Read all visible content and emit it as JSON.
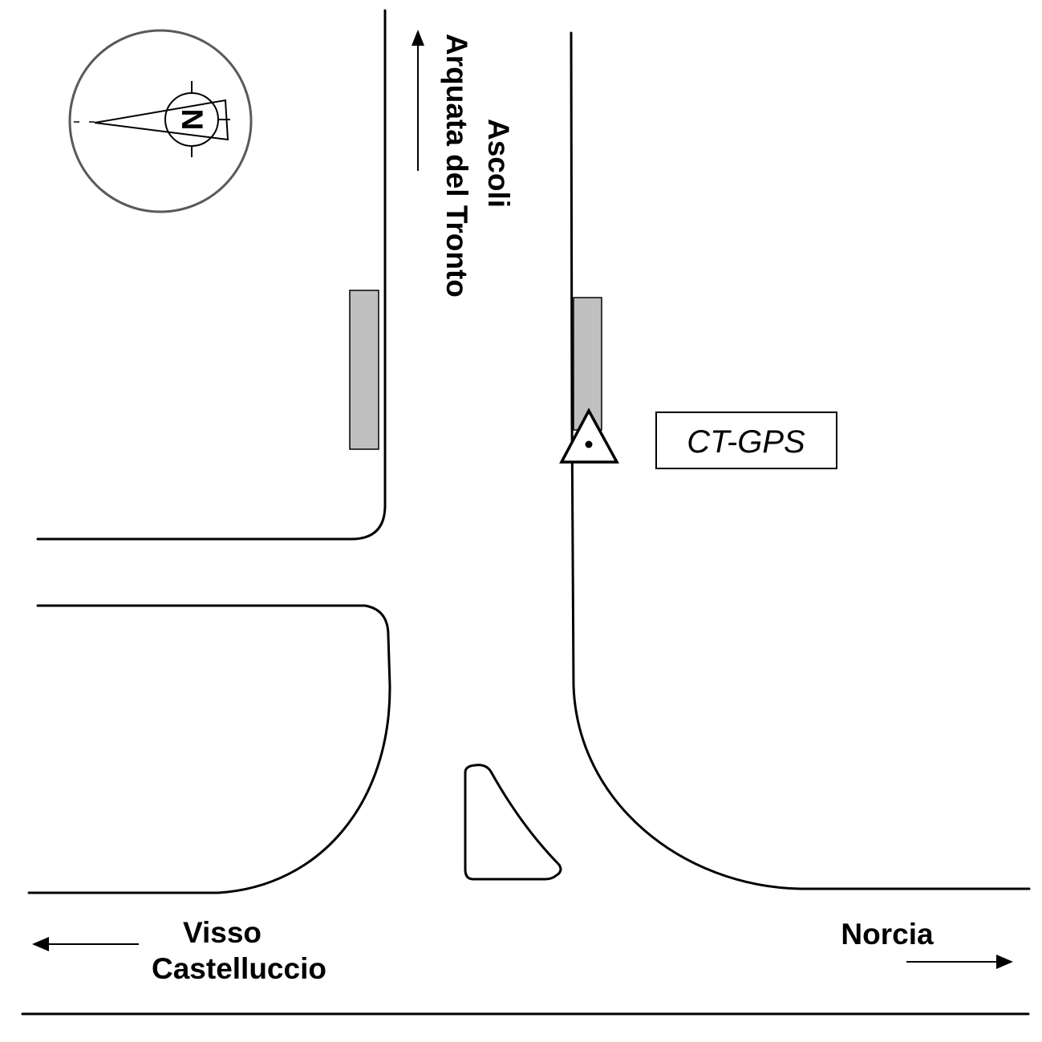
{
  "map": {
    "background_color": "#ffffff",
    "road_color": "#000000",
    "parking_color": "#c0c0c0",
    "compass_ring_color": "#5a5a5a",
    "compass": {
      "icon": "compass-rose-icon",
      "north_letter": "N"
    },
    "station": {
      "icon": "triangle-marker-icon",
      "label": "CT-GPS"
    },
    "destinations": {
      "north_line1": "Ascoli",
      "north_line2": "Arquata del Tronto",
      "west_line1": "Visso",
      "west_line2": "Castelluccio",
      "east": "Norcia"
    }
  }
}
